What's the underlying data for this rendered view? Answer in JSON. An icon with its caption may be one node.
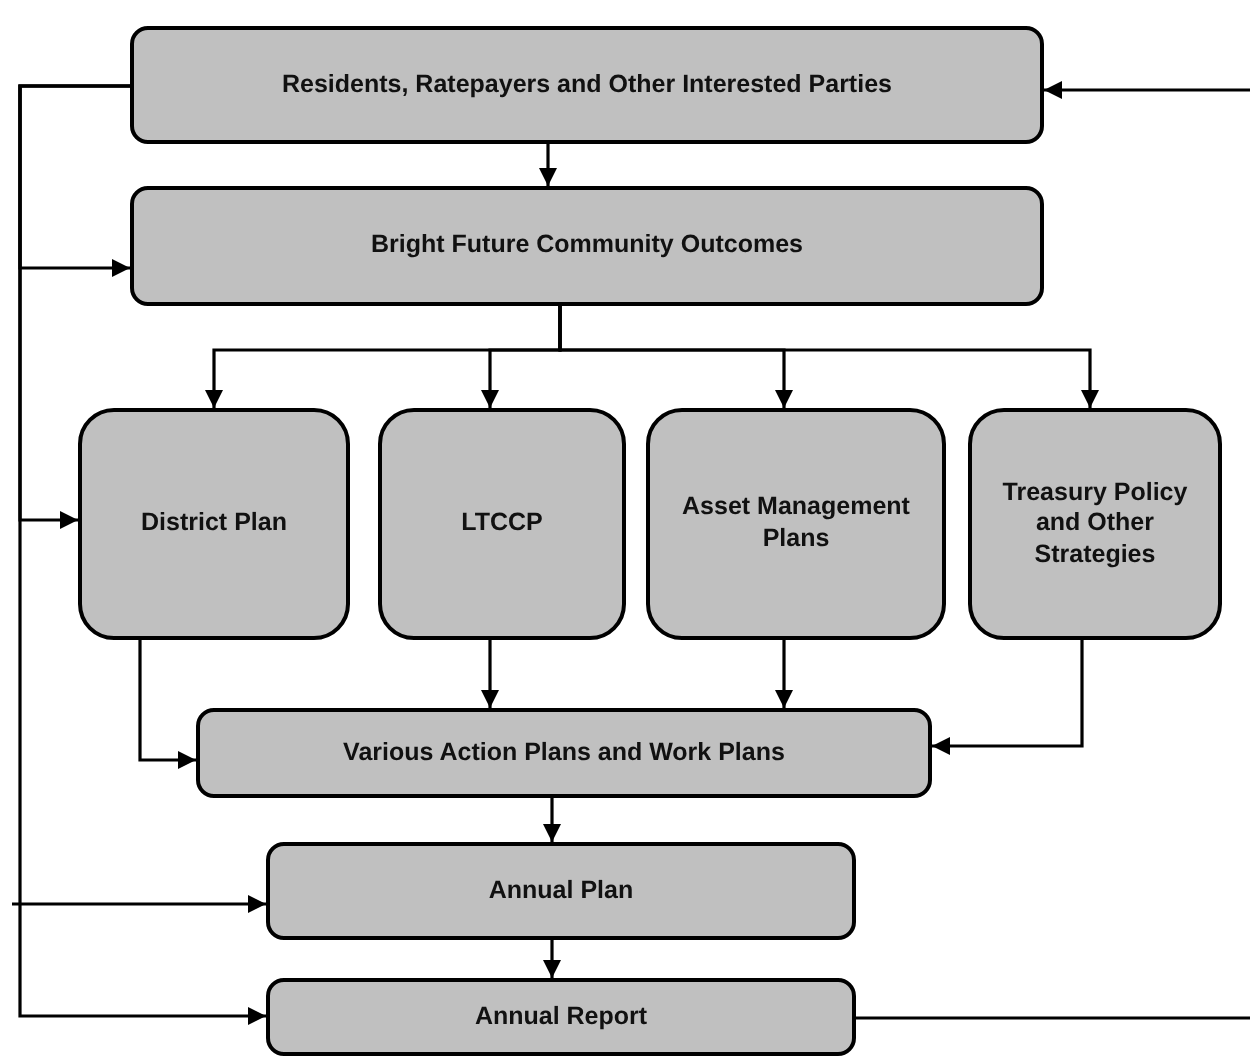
{
  "diagram": {
    "nodes": [
      {
        "text": [
          "Residents, Ratepayers and Other Interested Parties"
        ]
      },
      {
        "text": [
          "Bright Future Community Outcomes"
        ]
      },
      {
        "text": [
          "District Plan"
        ]
      },
      {
        "text": [
          "LTCCP"
        ]
      },
      {
        "text": [
          "Asset Management Plans"
        ]
      },
      {
        "text": [
          "Treasury Policy and Other Strategies"
        ]
      },
      {
        "text": [
          "Various Action Plans and Work Plans"
        ]
      },
      {
        "text": [
          "Annual Plan"
        ]
      },
      {
        "text": [
          "Annual Report"
        ]
      }
    ],
    "edges": [
      {
        "from": 0,
        "to": 1,
        "arrow": "to"
      },
      {
        "from": 1,
        "to": 2,
        "arrow": "to"
      },
      {
        "from": 1,
        "to": 3,
        "arrow": "to"
      },
      {
        "from": 1,
        "to": 4,
        "arrow": "to"
      },
      {
        "from": 1,
        "to": 5,
        "arrow": "to"
      },
      {
        "from": 2,
        "to": 6,
        "arrow": "to"
      },
      {
        "from": 3,
        "to": 6,
        "arrow": "to"
      },
      {
        "from": 4,
        "to": 6,
        "arrow": "to"
      },
      {
        "from": 5,
        "to": 6,
        "arrow": "to"
      },
      {
        "from": 6,
        "to": 7,
        "arrow": "to"
      },
      {
        "from": 7,
        "to": 8,
        "arrow": "to"
      },
      {
        "from": 0,
        "to": 1,
        "arrow": "to"
      },
      {
        "from": 0,
        "to": 2,
        "arrow": "to"
      },
      {
        "from": 0,
        "to": 8,
        "arrow": "to"
      },
      {
        "from": null,
        "to": 7,
        "arrow": "to"
      },
      {
        "from": null,
        "to": 0,
        "arrow": "to"
      },
      {
        "from": 8,
        "to": null,
        "arrow": "none"
      }
    ]
  }
}
